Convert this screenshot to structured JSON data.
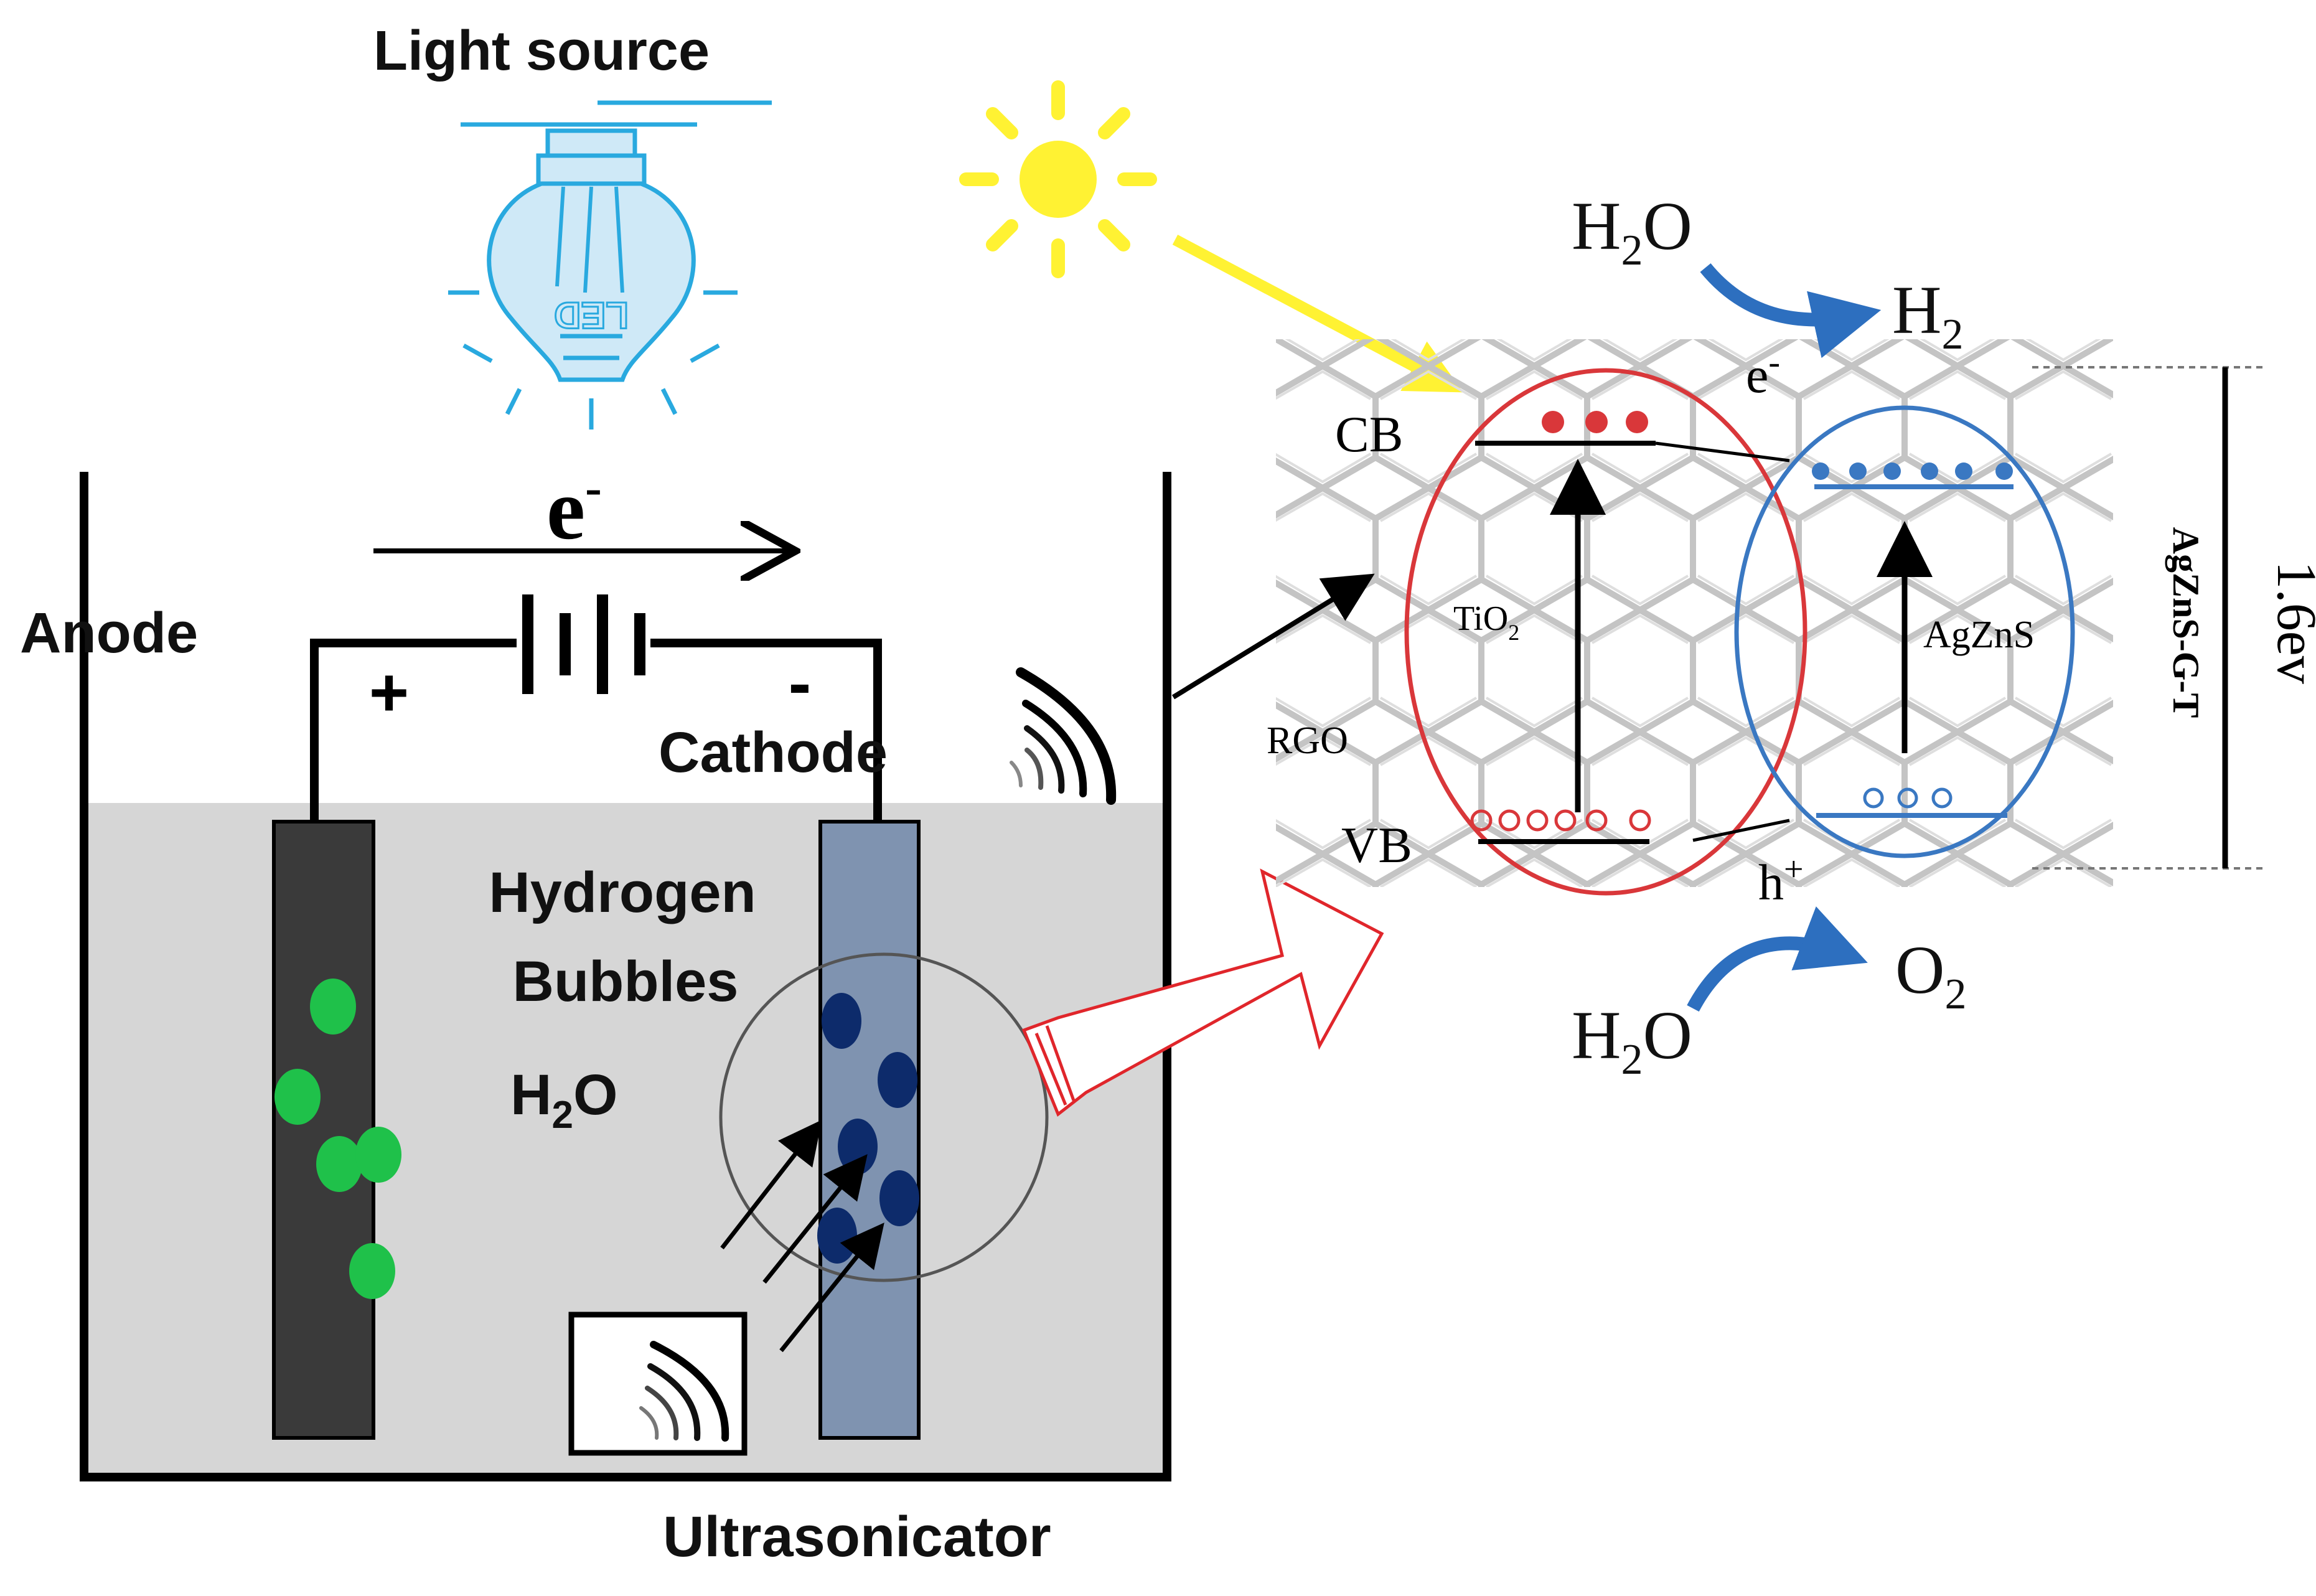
{
  "labels": {
    "light_source": "Light source",
    "led": "LED",
    "electron_top": "e",
    "electron_top_sup": "-",
    "anode": "Anode",
    "plus": "+",
    "minus": "-",
    "cathode": "Cathode",
    "hydrogen": "Hydrogen",
    "bubbles": "Bubbles",
    "water_left_H": "H",
    "water_left_sub": "2",
    "water_left_O": "O",
    "ultrasonicator": "Ultrasonicator",
    "water_top_H": "H",
    "water_top_sub": "2",
    "water_top_O": "O",
    "h2_H": "H",
    "h2_sub": "2",
    "e_right": "e",
    "e_right_sup": "-",
    "cb": "CB",
    "vb": "VB",
    "tio2_main": "TiO",
    "tio2_sub": "2",
    "rgo": "RGO",
    "agzns": "AgZnS",
    "h_plus": "h",
    "h_plus_sup": "+",
    "o2_O": "O",
    "o2_sub": "2",
    "water_bottom_H": "H",
    "water_bottom_sub": "2",
    "water_bottom_O": "O",
    "agzns_g_t": "AgZnS-G-T",
    "band_gap": "1.6ev"
  },
  "colors": {
    "sun": "#fff233",
    "bulb_fill": "#cfe9f7",
    "bulb_stroke": "#29a9df",
    "electrolyte": "#d6d6d6",
    "anode": "#3a3a3a",
    "cathode": "#7f93b0",
    "anode_bubble": "#1fc14a",
    "cathode_bubble": "#0d2b6b",
    "tio2_ellipse": "#d9373a",
    "agzns_ellipse": "#3a78c2",
    "reaction_arrow": "#2d6fbf",
    "lattice": "#c4c4c4",
    "zoom_arrow": "#e0262b"
  },
  "icons": [
    "led-bulb-icon",
    "sun-icon",
    "battery-icon",
    "ultrasound-waves-icon"
  ]
}
